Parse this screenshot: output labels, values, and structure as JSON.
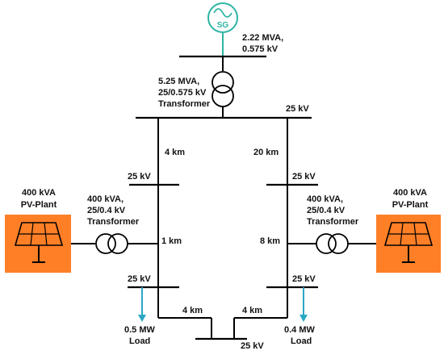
{
  "colors": {
    "line": "#000000",
    "generator": "#2db5a3",
    "pv_panel": "#ff7f27",
    "load_arrow": "#2aa8c4"
  },
  "generator": {
    "label": "SG",
    "rating": "2.22 MVA,",
    "voltage": "0.575 kV",
    "icon": "sine-wave-generator-icon"
  },
  "main_transformer": {
    "rating": "5.25 MVA,",
    "ratio": "25/0.575 kV",
    "name": "Transformer"
  },
  "buses": {
    "top": "25 kV",
    "left_mid": "25 kV",
    "right_mid": "25 kV",
    "left_low": "25 kV",
    "right_low": "25 kV",
    "bottom": "25 kV"
  },
  "lines": {
    "left_top": "4 km",
    "right_top": "20 km",
    "left_mid": "1 km",
    "right_mid": "8 km",
    "bottom_left": "4 km",
    "bottom_right": "4 km"
  },
  "left_pv": {
    "rating": "400 kVA",
    "name": "PV-Plant",
    "icon": "solar-panel-icon"
  },
  "right_pv": {
    "rating": "400 kVA",
    "name": "PV-Plant",
    "icon": "solar-panel-icon"
  },
  "left_pv_transformer": {
    "rating": "400 kVA,",
    "ratio": "25/0.4 kV",
    "name": "Transformer"
  },
  "right_pv_transformer": {
    "rating": "400 kVA,",
    "ratio": "25/0.4 kV",
    "name": "Transformer"
  },
  "left_load": {
    "value": "0.5 MW",
    "name": "Load"
  },
  "right_load": {
    "value": "0.4 MW",
    "name": "Load"
  }
}
